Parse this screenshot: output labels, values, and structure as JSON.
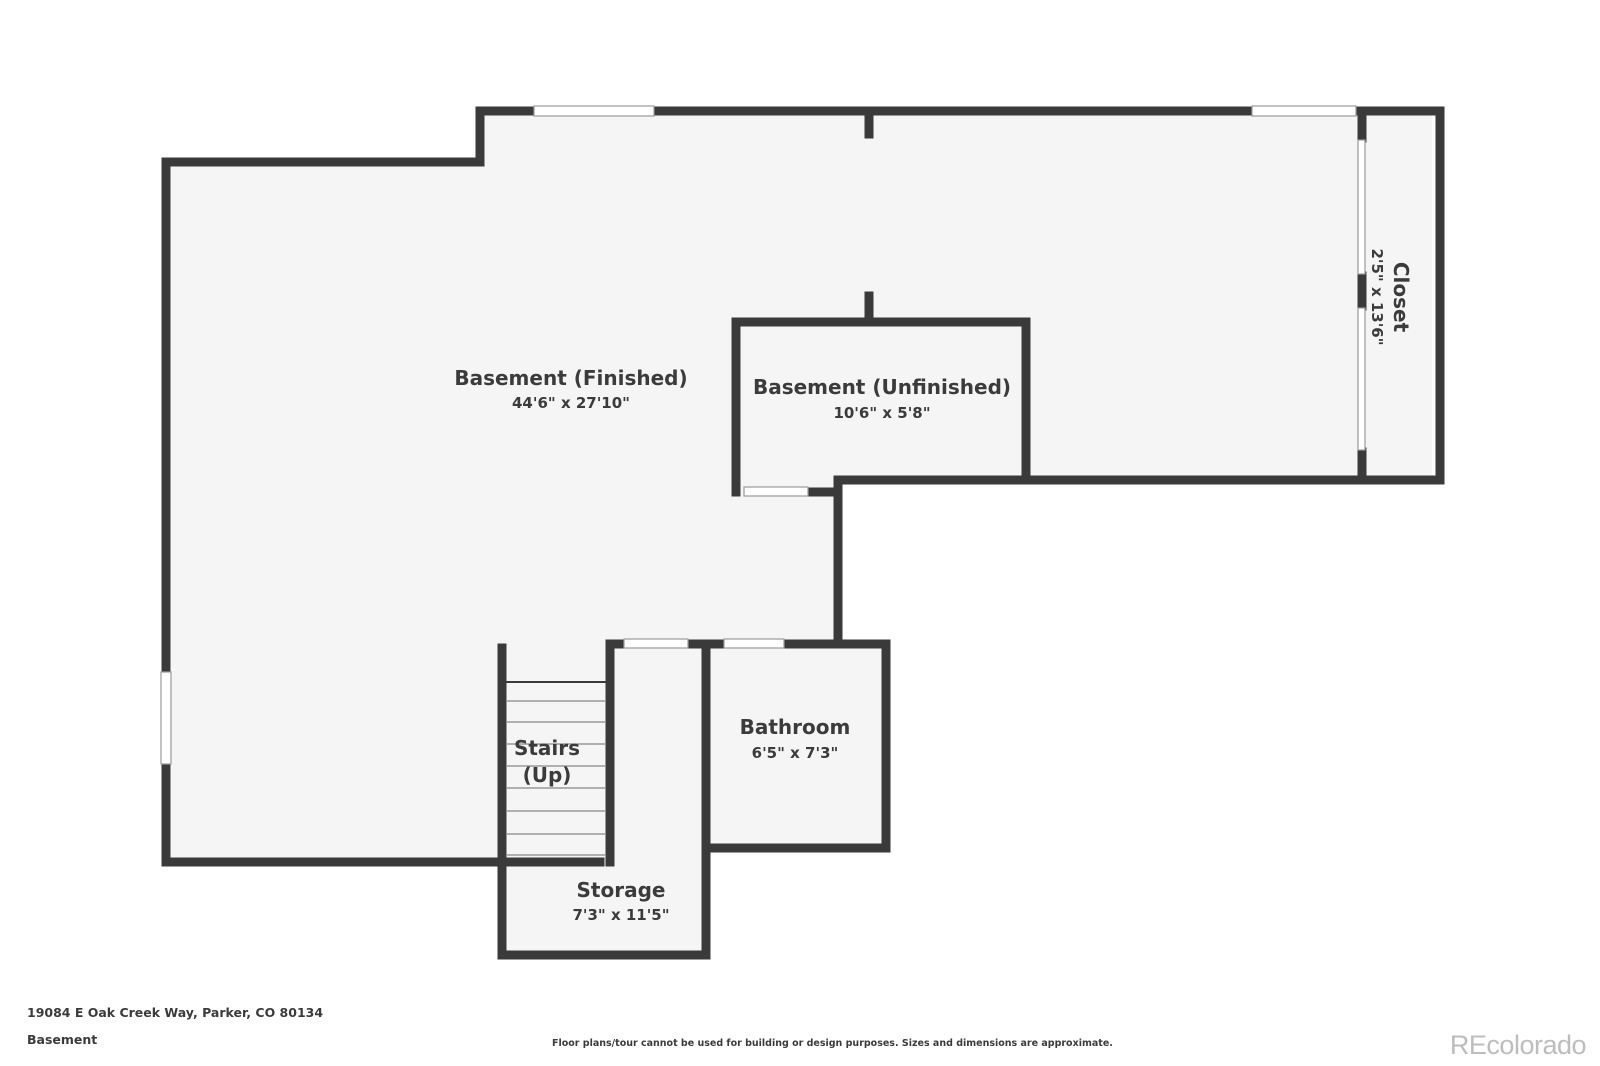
{
  "footer": {
    "address": "19084 E Oak Creek Way, Parker, CO 80134",
    "level": "Basement",
    "disclaimer": "Floor plans/tour cannot be used for building or design purposes. Sizes and dimensions are approximate.",
    "brand": "REcolorado"
  },
  "rooms": {
    "basement_finished": {
      "name": "Basement (Finished)",
      "dims": "44'6\" x 27'10\""
    },
    "basement_unfinished": {
      "name": "Basement (Unfinished)",
      "dims": "10'6\" x 5'8\""
    },
    "closet": {
      "name": "Closet",
      "dims": "2'5\" x 13'6\""
    },
    "bathroom": {
      "name": "Bathroom",
      "dims": "6'5\" x 7'3\""
    },
    "stairs": {
      "name_line1": "Stairs",
      "name_line2": "(Up)"
    },
    "storage": {
      "name": "Storage",
      "dims": "7'3\" x 11'5\""
    }
  },
  "colors": {
    "wall": "#3a3a3a",
    "floor": "#f5f5f5",
    "text": "#3b3b3b",
    "brand": "#bdbdbd"
  }
}
